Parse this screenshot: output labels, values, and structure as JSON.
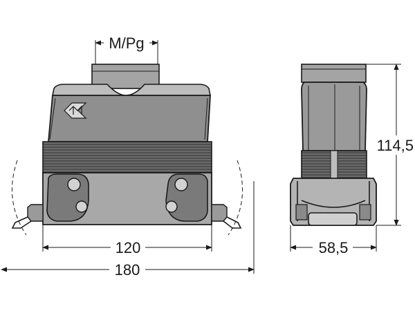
{
  "dimensions": {
    "thread_label": "M/Pg",
    "inner_width": "120",
    "outer_width": "180",
    "side_width": "58,5",
    "height": "114,5"
  },
  "colors": {
    "line": "#1a1a1a",
    "body_fill": "#9a9a9a",
    "body_light": "#c8c8c8",
    "body_dark": "#555555"
  }
}
